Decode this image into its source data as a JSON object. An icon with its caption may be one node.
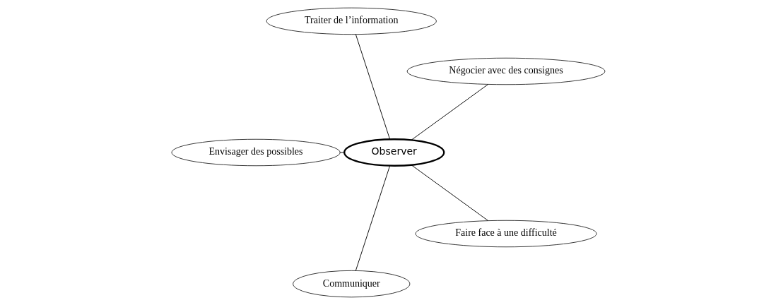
{
  "diagram": {
    "nodes": [
      {
        "text": [
          "Négocier avec des consignes"
        ]
      },
      {
        "text": [
          "Traiter de l’information"
        ]
      },
      {
        "text": [
          "Envisager des possibles"
        ]
      },
      {
        "text": [
          "Observer"
        ]
      },
      {
        "text": [
          "Communiquer"
        ]
      },
      {
        "text": [
          "Faire face à une difficulté"
        ]
      }
    ],
    "edges": [
      {
        "from": 3,
        "to": 0,
        "arrow": "none"
      },
      {
        "from": 3,
        "to": 1,
        "arrow": "none"
      },
      {
        "from": 3,
        "to": 2,
        "arrow": "none"
      },
      {
        "from": 3,
        "to": 4,
        "arrow": "none"
      },
      {
        "from": 3,
        "to": 5,
        "arrow": "none"
      }
    ]
  }
}
